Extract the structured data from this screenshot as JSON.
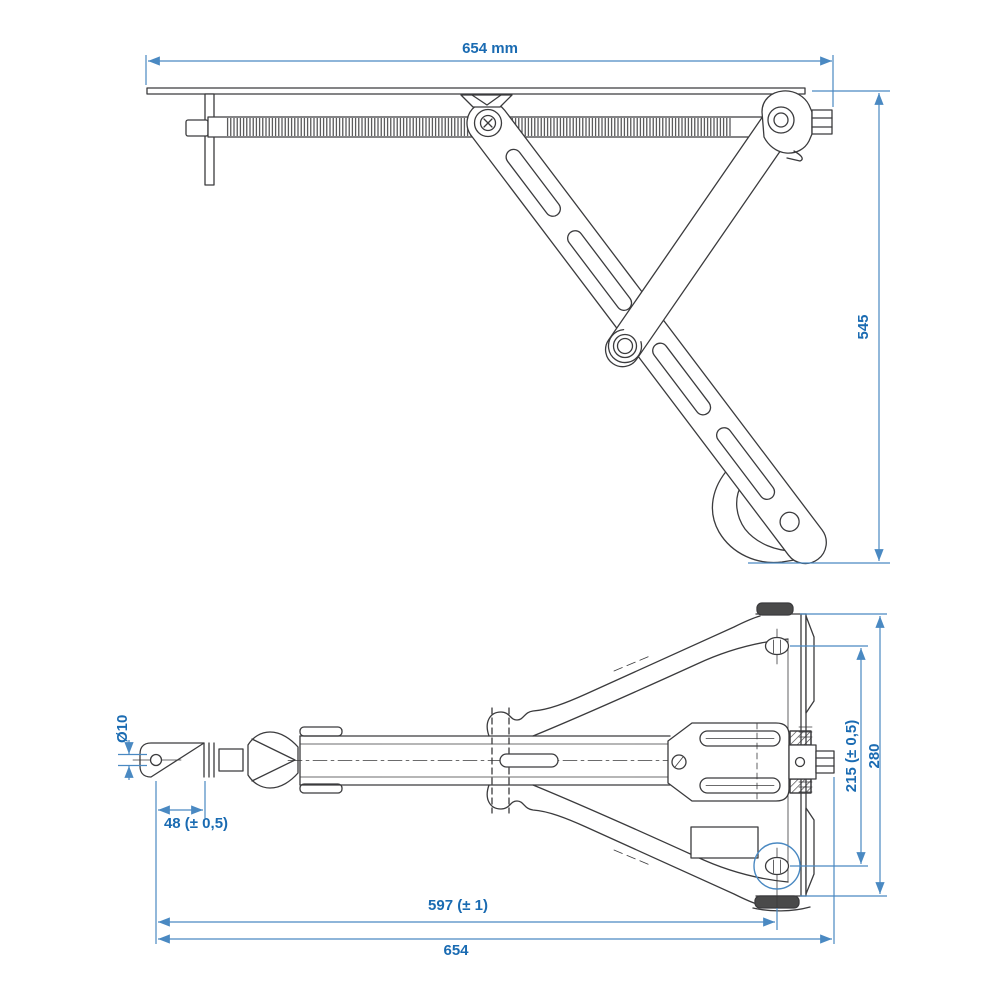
{
  "colors": {
    "background": "#ffffff",
    "ink": "#3b3b3d",
    "dim_line": "#4a89c2",
    "dim_text": "#1a6bb2",
    "highlight_circle": "#4a89c2"
  },
  "dimensions": {
    "side": {
      "overall_width": "654 mm",
      "overall_height": "545"
    },
    "plan": {
      "crank_hole_diameter": "Ø10",
      "crank_hole_offset": "48 (± 0,5)",
      "bolt_hole_spacing": "215 (± 0,5)",
      "bracket_depth": "280",
      "length_to_foot_center": "597 (± 1)",
      "overall_length": "654"
    }
  }
}
